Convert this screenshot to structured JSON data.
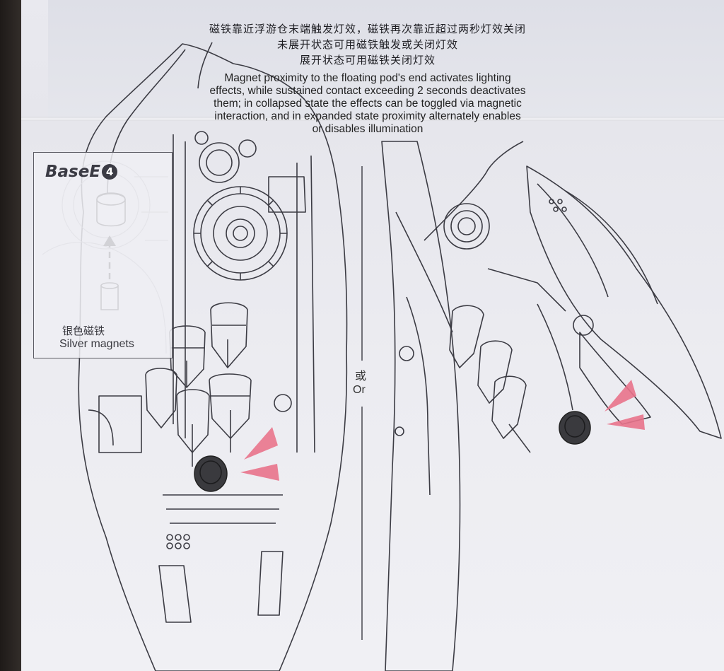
{
  "instructions": {
    "zh_lines": [
      "磁铁靠近浮游仓末端触发灯效，磁铁再次靠近超过两秒灯效关闭",
      "未展开状态可用磁铁触发或关闭灯效",
      "展开状态可用磁铁关闭灯效"
    ],
    "en_lines": [
      "Magnet proximity to the floating pod's end activates lighting",
      "effects, while sustained contact exceeding 2 seconds deactivates",
      "them; in collapsed state the effects can be toggled via magnetic",
      "interaction, and in expanded state proximity alternately enables",
      "or disables illumination"
    ]
  },
  "inset": {
    "part_label": "BaseE",
    "part_number": "4",
    "magnet_label_zh": "银色磁铁",
    "magnet_label_en": "Silver magnets"
  },
  "divider": {
    "or_zh": "或",
    "or_en": "Or"
  },
  "colors": {
    "paper": "#ececf1",
    "line_art": "#3c3c44",
    "pointer_pink": "#e9748c",
    "magnet_dark": "#3a3a3e"
  },
  "icons": [
    "arrow-up-dashed-icon",
    "pink-pointer-icon",
    "magnet-icon"
  ]
}
